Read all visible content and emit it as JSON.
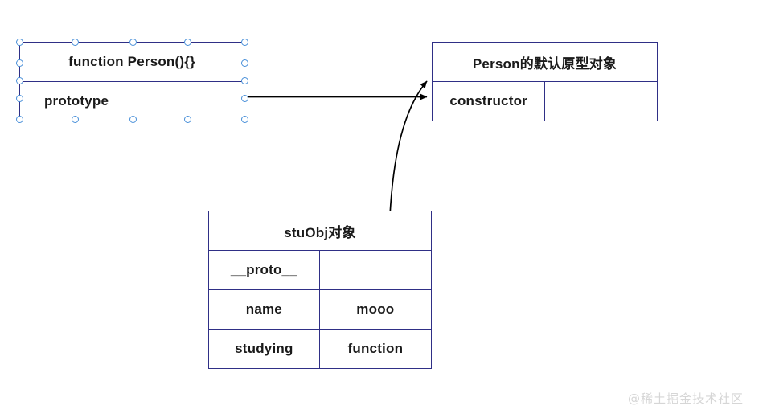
{
  "diagram": {
    "title": "JavaScript prototype chain diagram",
    "colors": {
      "table_border": "#2f2f86",
      "handle_stroke": "#4a90d9",
      "handle_fill": "#ffffff",
      "arrow": "#000000",
      "text": "#1a1a1a",
      "watermark": "#d6d6d6",
      "background": "#ffffff"
    },
    "tables": {
      "person": {
        "header": "function Person(){}",
        "rows": [
          {
            "key": "prototype",
            "value": ""
          }
        ]
      },
      "person_prototype": {
        "header": "Person的默认原型对象",
        "rows": [
          {
            "key": "constructor",
            "value": ""
          }
        ]
      },
      "stuobj": {
        "header": "stuObj对象",
        "rows": [
          {
            "key": "__proto__",
            "value": ""
          },
          {
            "key": "name",
            "value": "mooo"
          },
          {
            "key": "studying",
            "value": "function"
          }
        ]
      }
    },
    "connectors": [
      {
        "name": "prototype-to-proto-object",
        "style": "straight-arrow",
        "from": "person.prototype.value",
        "to": "person_prototype.left-edge"
      },
      {
        "name": "stuobj-proto-to-proto-object",
        "style": "curved-arrow",
        "from": "stuobj.__proto__.value",
        "to": "person_prototype.left-edge"
      }
    ],
    "selection": {
      "selected_table": "person",
      "handle_count": 8
    },
    "watermark": "@稀土掘金技术社区"
  }
}
